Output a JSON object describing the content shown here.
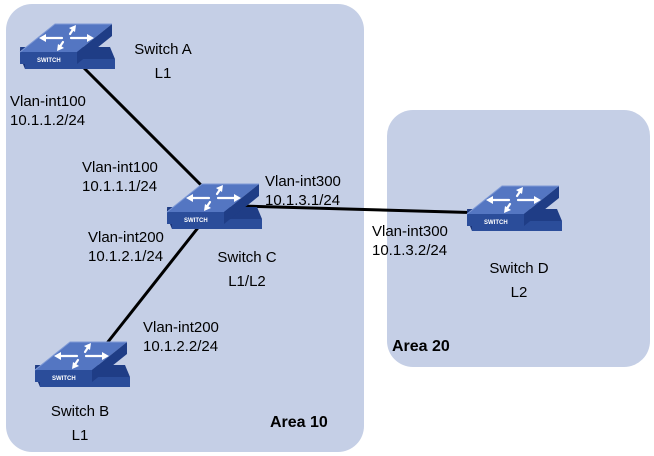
{
  "colors": {
    "area_fill": "#c5cfe6",
    "switch_top": "#5476c2",
    "switch_side": "#1f3d86",
    "switch_front": "#2b4d9a",
    "link": "#000000"
  },
  "areas": [
    {
      "id": "area10",
      "label": "Area 10"
    },
    {
      "id": "area20",
      "label": "Area 20"
    }
  ],
  "switches": [
    {
      "id": "a",
      "name": "Switch A",
      "level": "L1",
      "badge": "SWITCH",
      "icon": "network-switch-icon"
    },
    {
      "id": "b",
      "name": "Switch B",
      "level": "L1",
      "badge": "SWITCH",
      "icon": "network-switch-icon"
    },
    {
      "id": "c",
      "name": "Switch C",
      "level": "L1/L2",
      "badge": "SWITCH",
      "icon": "network-switch-icon"
    },
    {
      "id": "d",
      "name": "Switch D",
      "level": "L2",
      "badge": "SWITCH",
      "icon": "network-switch-icon"
    }
  ],
  "interfaces": {
    "a_c_on_a": {
      "vlan": "Vlan-int100",
      "ip": "10.1.1.2/24"
    },
    "a_c_on_c": {
      "vlan": "Vlan-int100",
      "ip": "10.1.1.1/24"
    },
    "b_c_on_c": {
      "vlan": "Vlan-int200",
      "ip": "10.1.2.1/24"
    },
    "b_c_on_b": {
      "vlan": "Vlan-int200",
      "ip": "10.1.2.2/24"
    },
    "c_d_on_c": {
      "vlan": "Vlan-int300",
      "ip": "10.1.3.1/24"
    },
    "c_d_on_d": {
      "vlan": "Vlan-int300",
      "ip": "10.1.3.2/24"
    }
  }
}
